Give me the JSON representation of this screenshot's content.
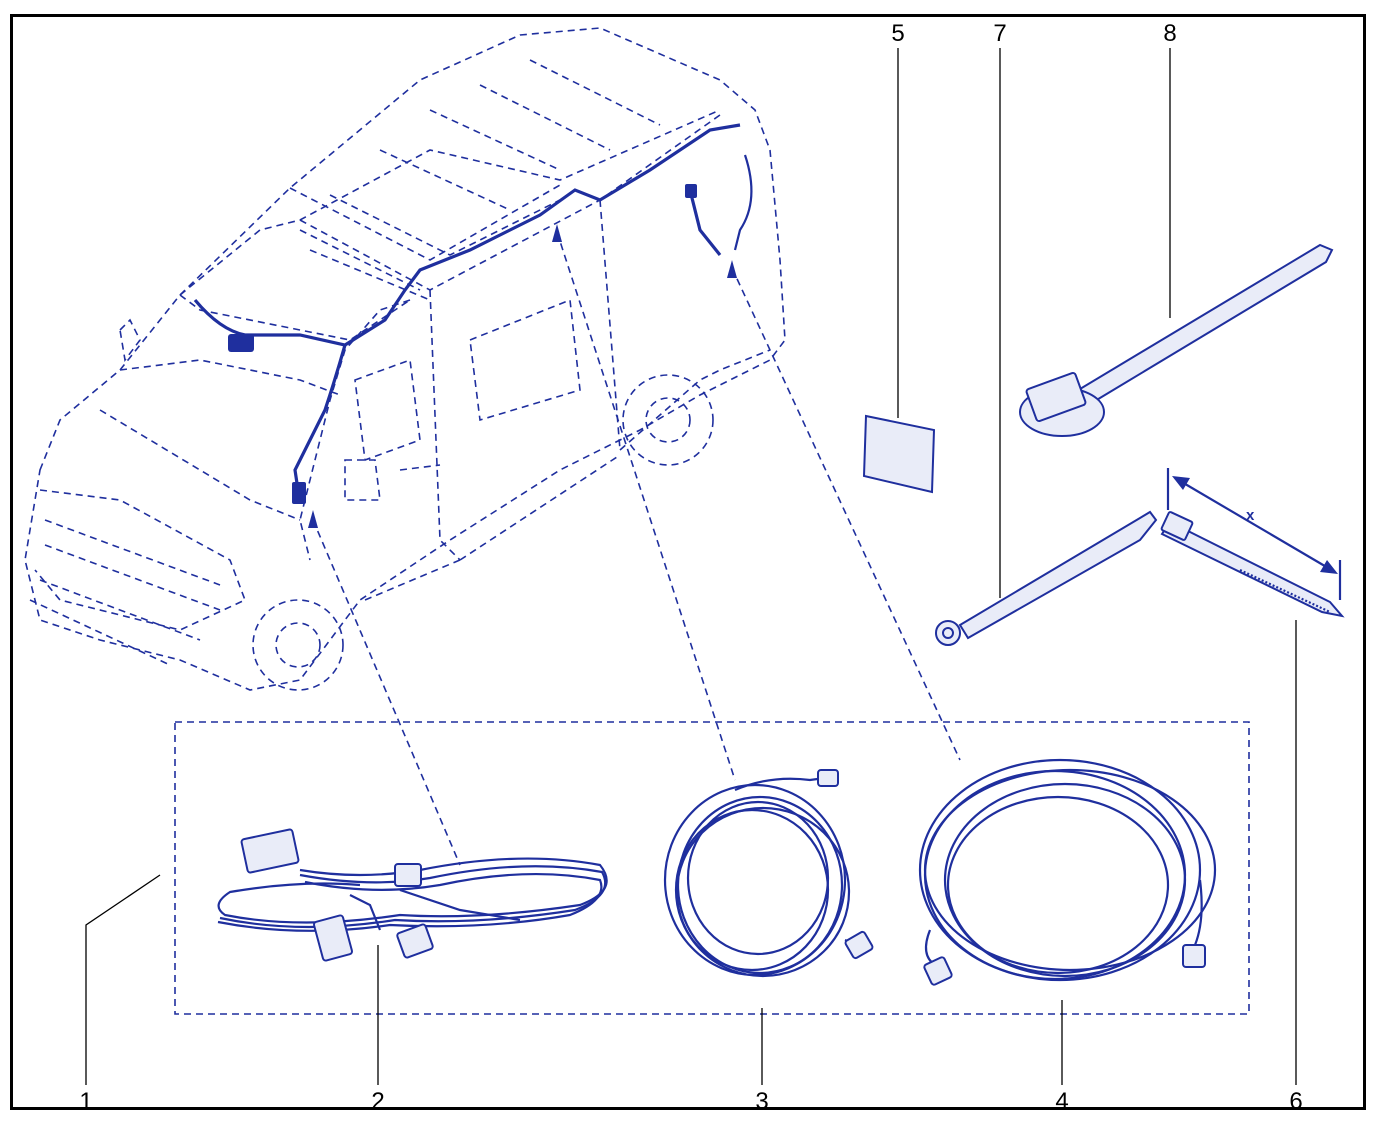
{
  "diagram": {
    "accent_color": "#1f2f9e",
    "callouts": [
      {
        "id": "1",
        "label": "1"
      },
      {
        "id": "2",
        "label": "2"
      },
      {
        "id": "3",
        "label": "3"
      },
      {
        "id": "4",
        "label": "4"
      },
      {
        "id": "5",
        "label": "5"
      },
      {
        "id": "6",
        "label": "6"
      },
      {
        "id": "7",
        "label": "7"
      },
      {
        "id": "8",
        "label": "8"
      }
    ],
    "dimension_label": "x"
  }
}
